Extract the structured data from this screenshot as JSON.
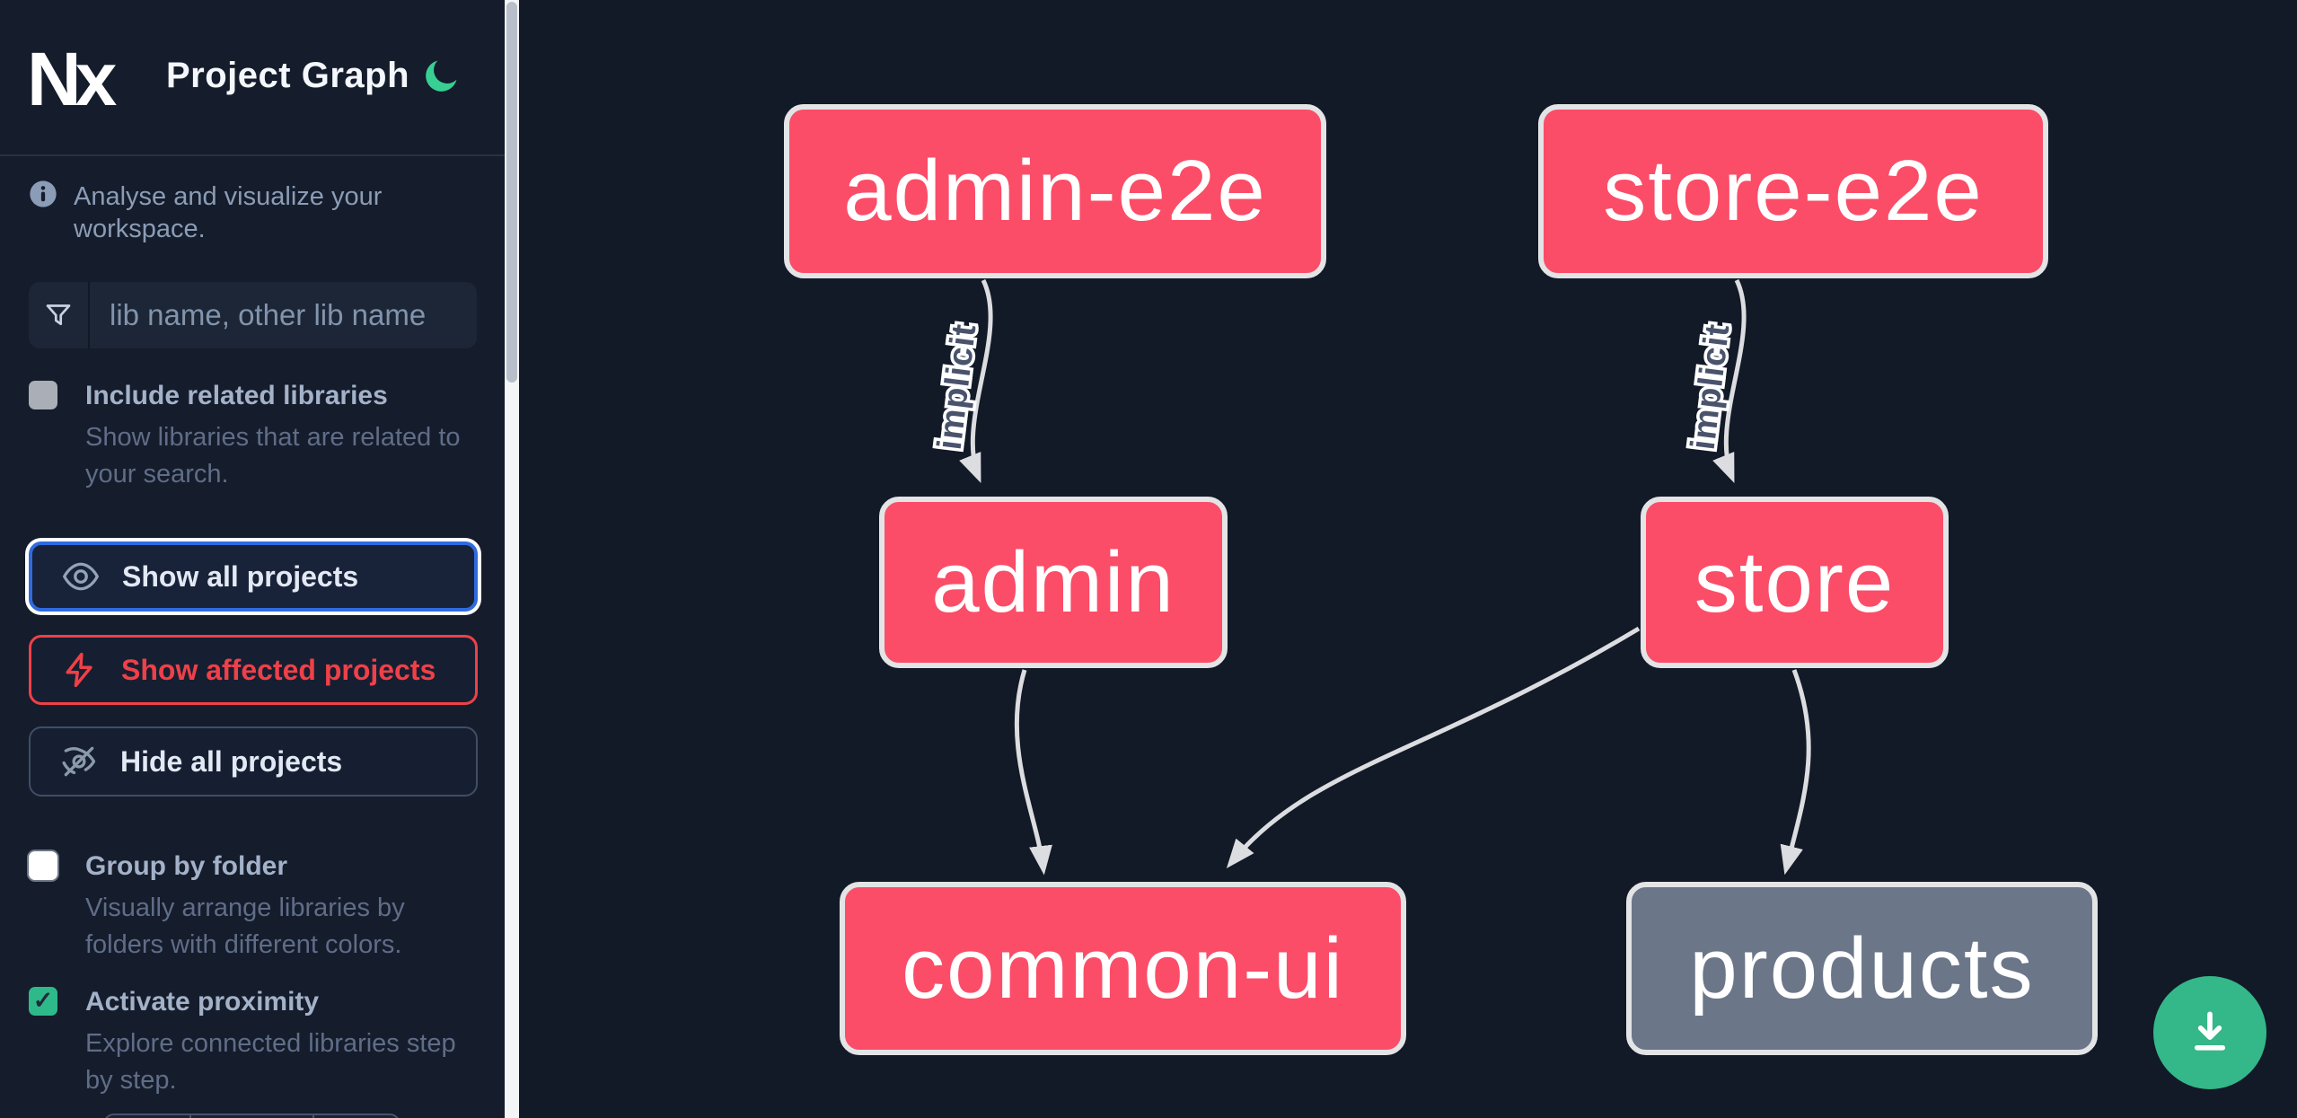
{
  "app": {
    "title": "Project Graph",
    "logo_text": "Nx"
  },
  "sidebar": {
    "tagline": "Analyse and visualize your workspace.",
    "search": {
      "placeholder": "lib name, other lib name"
    },
    "toggles": [
      {
        "label": "Include related libraries",
        "description": "Show libraries that are related to your search.",
        "checked": false
      },
      {
        "label": "Group by folder",
        "description": "Visually arrange libraries by folders with different colors.",
        "checked": false
      },
      {
        "label": "Activate proximity",
        "description": "Explore connected libraries step by step.",
        "checked": true
      }
    ],
    "buttons": [
      {
        "label": "Show all projects",
        "state": "focused"
      },
      {
        "label": "Show affected projects",
        "state": "danger"
      },
      {
        "label": "Hide all projects",
        "state": "plain"
      }
    ]
  },
  "graph": {
    "nodes": [
      {
        "id": "admin-e2e",
        "label": "admin-e2e",
        "status": "affected"
      },
      {
        "id": "store-e2e",
        "label": "store-e2e",
        "status": "affected"
      },
      {
        "id": "admin",
        "label": "admin",
        "status": "affected"
      },
      {
        "id": "store",
        "label": "store",
        "status": "affected"
      },
      {
        "id": "common-ui",
        "label": "common-ui",
        "status": "affected"
      },
      {
        "id": "products",
        "label": "products",
        "status": "unaffected"
      }
    ],
    "edges": [
      {
        "from": "admin-e2e",
        "to": "admin",
        "label": "implicit"
      },
      {
        "from": "store-e2e",
        "to": "store",
        "label": "implicit"
      },
      {
        "from": "admin",
        "to": "common-ui",
        "label": ""
      },
      {
        "from": "store",
        "to": "common-ui",
        "label": ""
      },
      {
        "from": "store",
        "to": "products",
        "label": ""
      }
    ]
  },
  "colors": {
    "affected_node": "#fb4d68",
    "neutral_node": "#6b7689",
    "node_border": "#e3e4e6",
    "edge": "#dcdde0",
    "accent_green": "#34b789",
    "moon_green": "#38cf95",
    "checkbox_green": "#2eb98a",
    "focus_blue": "#2f6bdf",
    "danger_red": "#ef4049",
    "background": "#131a28"
  }
}
